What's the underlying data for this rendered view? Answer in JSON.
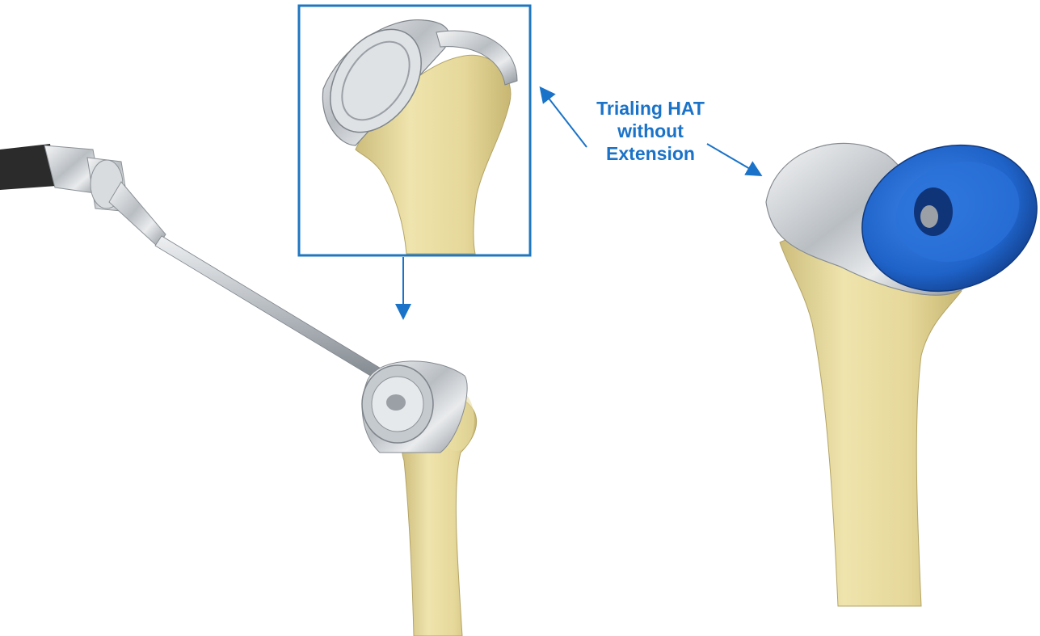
{
  "callout": {
    "lines": [
      "Trialing HAT",
      "without",
      "Extension"
    ]
  },
  "colors": {
    "accent": "#1a73c8",
    "frame": "#1f77c0",
    "bone": "#e8dca2",
    "metal": "#c9cdd1",
    "trial": "#1f63c9"
  },
  "icons": {
    "arrow": "arrowhead"
  }
}
